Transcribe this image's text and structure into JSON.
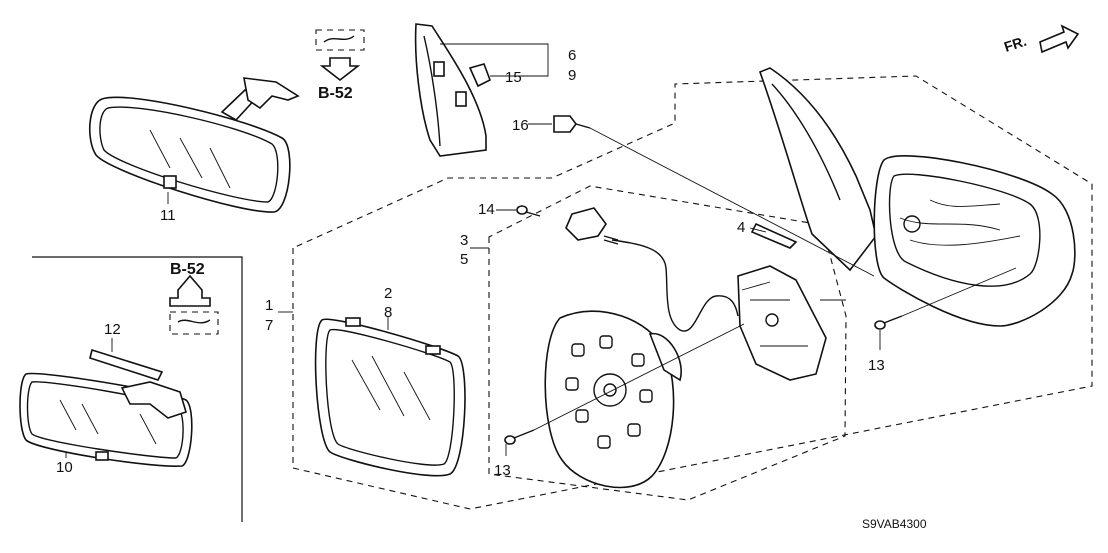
{
  "diagram": {
    "callouts": {
      "c1": "1",
      "c7": "7",
      "c2": "2",
      "c8": "8",
      "c3": "3",
      "c5": "5",
      "c4": "4",
      "c6": "6",
      "c9": "9",
      "c10": "10",
      "c11": "11",
      "c12": "12",
      "c13a": "13",
      "c13b": "13",
      "c14": "14",
      "c15": "15",
      "c16": "16"
    },
    "references": {
      "top": "B-52",
      "left": "B-52"
    },
    "direction_label": "FR.",
    "diagram_code": "S9VAB4300"
  }
}
